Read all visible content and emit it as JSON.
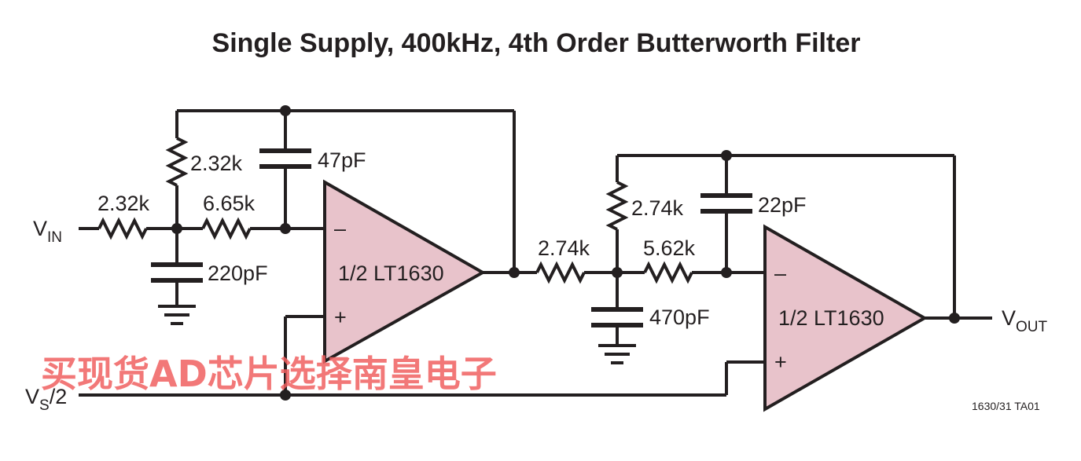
{
  "title": "Single Supply, 400kHz, 4th Order Butterworth Filter",
  "watermark": "买现货AD芯片选择南皇电子",
  "figure_code": "1630/31 TA01",
  "inputs": {
    "vin_main": "V",
    "vin_sub": "IN",
    "vs_main": "V",
    "vs_sub": "S",
    "vs_suffix": "/2",
    "vout_main": "V",
    "vout_sub": "OUT"
  },
  "stage1": {
    "r_input": "2.32k",
    "r_feedback": "2.32k",
    "r_series": "6.65k",
    "c_feedback": "47pF",
    "c_ground": "220pF",
    "opamp": "1/2 LT1630",
    "inv_sign": "–",
    "noninv_sign": "+"
  },
  "stage2": {
    "r_input": "2.74k",
    "r_feedback": "2.74k",
    "r_series": "5.62k",
    "c_feedback": "22pF",
    "c_ground": "470pF",
    "opamp": "1/2 LT1630",
    "inv_sign": "–",
    "noninv_sign": "+"
  }
}
